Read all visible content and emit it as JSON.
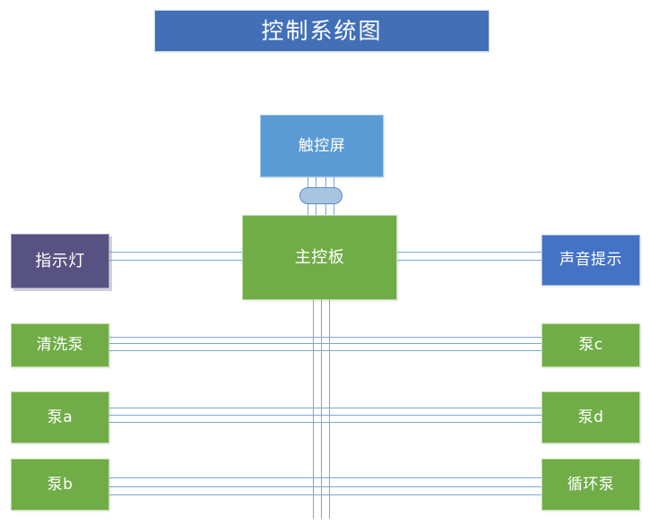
{
  "diagram": {
    "title": "控制系统图",
    "nodes": {
      "touch_panel": "触控屏",
      "main_board": "主控板",
      "indicator_lamp": "指示灯",
      "sound_prompt": "声音提示",
      "wash_pump": "清洗泵",
      "pump_a": "泵a",
      "pump_b": "泵b",
      "pump_c": "泵c",
      "pump_d": "泵d",
      "circulation_pump": "循环泵"
    },
    "colors": {
      "title_blue": "#4170B8",
      "touch_blue": "#5B9BD5",
      "green": "#70AD47",
      "purple": "#585283",
      "sound_blue": "#4472C4",
      "wire_blue": "#7BA7DC",
      "connector_fill": "#A8C4E0",
      "connector_border": "#5B8BC4",
      "background": "#FFFFFF",
      "text": "#FFFFFF"
    }
  }
}
